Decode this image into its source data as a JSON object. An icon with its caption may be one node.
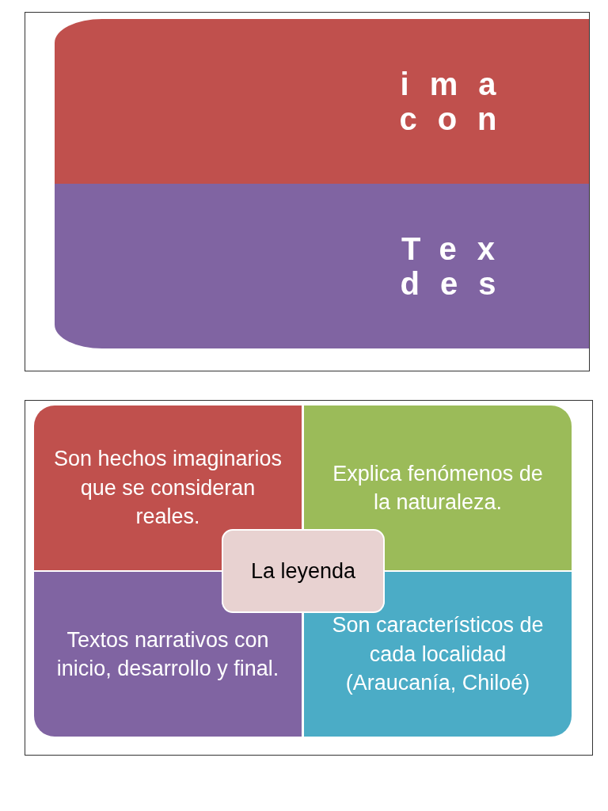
{
  "diagram": {
    "nodes": [
      {
        "text": [
          "ima con"
        ]
      },
      {
        "text": [
          "Tex des"
        ]
      },
      {
        "text": [
          "Son hechos imaginarios que se consideran reales."
        ]
      },
      {
        "text": [
          "Explica fenómenos de la naturaleza."
        ]
      },
      {
        "text": [
          "Textos narrativos con inicio, desarrollo y final."
        ]
      },
      {
        "text": [
          "Son característicos de cada localidad (Araucanía, Chiloé)"
        ]
      },
      {
        "text": [
          "La leyenda"
        ]
      }
    ]
  }
}
